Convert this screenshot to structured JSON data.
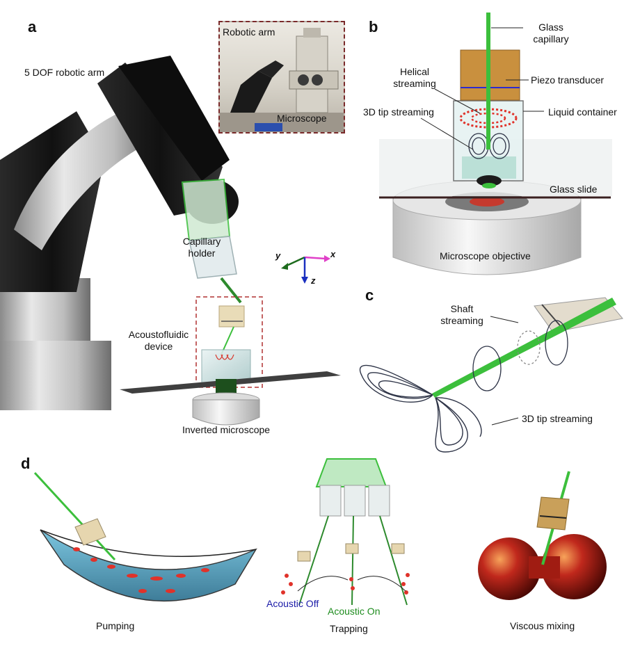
{
  "panels": {
    "a": "a",
    "b": "b",
    "c": "c",
    "d": "d"
  },
  "panel_a": {
    "robot_label": "5 DOF robotic arm",
    "inset_robot_label": "Robotic arm",
    "inset_microscope_label": "Microscope",
    "holder_label_1": "Capillary",
    "holder_label_2": "holder",
    "device_label_1": "Acoustofluidic",
    "device_label_2": "device",
    "microscope_label": "Inverted microscope",
    "axes": {
      "x": "x",
      "y": "y",
      "z": "z"
    }
  },
  "panel_b": {
    "capillary_1": "Glass",
    "capillary_2": "capillary",
    "piezo": "Piezo transducer",
    "helical_1": "Helical",
    "helical_2": "streaming",
    "tip": "3D tip streaming",
    "container": "Liquid container",
    "slide": "Glass slide",
    "objective": "Microscope objective"
  },
  "panel_c": {
    "shaft_1": "Shaft",
    "shaft_2": "streaming",
    "tip": "3D tip streaming"
  },
  "panel_d": {
    "pumping": "Pumping",
    "trapping": "Trapping",
    "mixing": "Viscous mixing",
    "acoustic_off": "Acoustic Off",
    "acoustic_on": "Acoustic On"
  },
  "colors": {
    "capillary_green": "#3cbf3c",
    "piezo_tan": "#d9c9a3",
    "acoustic_off_blue": "#1a1aa8",
    "acoustic_on_green": "#1e8c1e",
    "particle_red": "#e0322a",
    "streamline_navy": "#2e3447"
  }
}
